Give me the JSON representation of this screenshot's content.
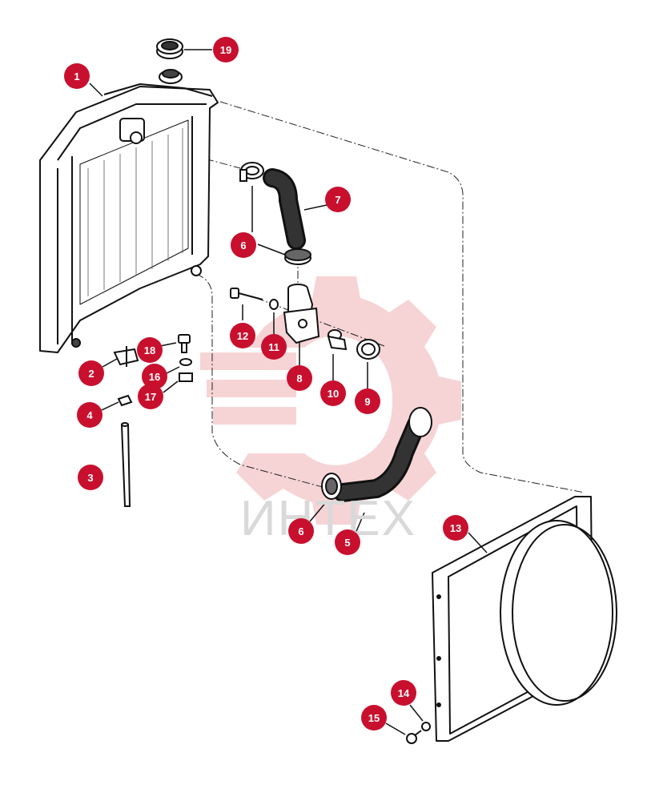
{
  "diagram": {
    "watermark_text": "ИНТЕХ",
    "callouts": [
      "1",
      "2",
      "3",
      "4",
      "5",
      "6",
      "6",
      "7",
      "8",
      "9",
      "10",
      "11",
      "12",
      "13",
      "14",
      "15",
      "16",
      "17",
      "18",
      "19"
    ]
  },
  "colors": {
    "callout_fill": "#c8102e",
    "line": "#111111",
    "watermark_gear": "#f3c6c8",
    "watermark_text": "#d9d9d9"
  }
}
